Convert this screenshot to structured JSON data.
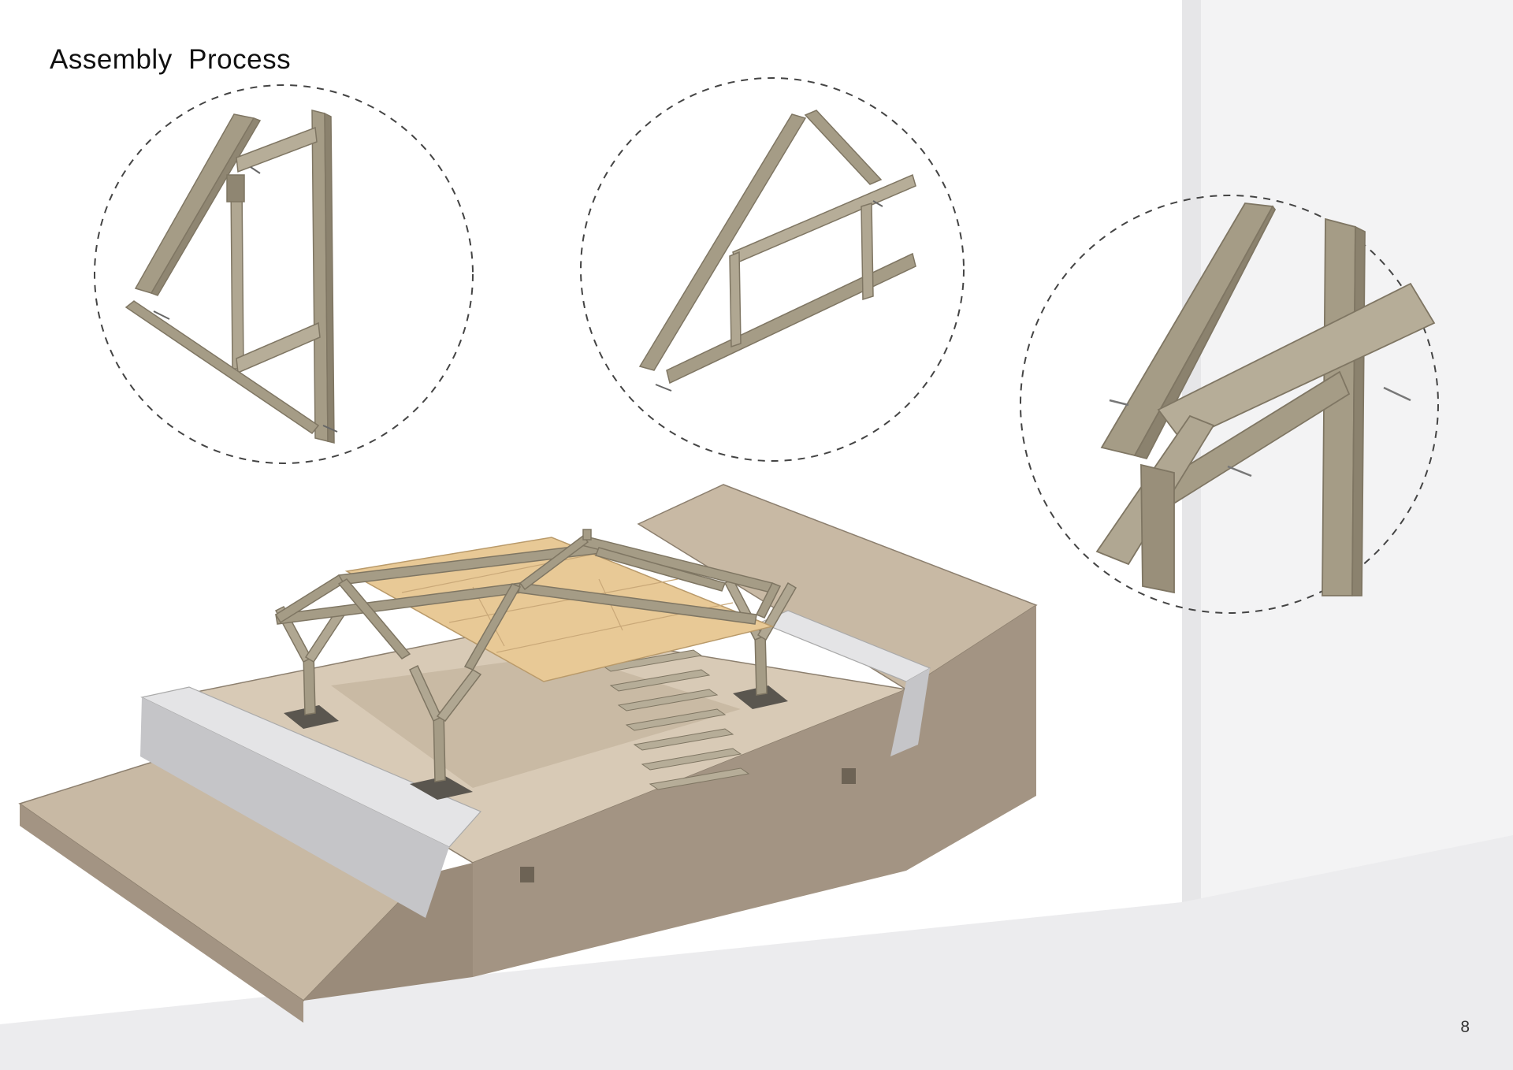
{
  "page": {
    "title": "Assembly  Process",
    "page_number": "8"
  },
  "palette": {
    "timber": "#a59c86",
    "timber_light": "#beb59f",
    "timber_dark": "#7f7663",
    "deck": "#e8c996",
    "deck_line": "#c9a878",
    "ground_top": "#d8cab6",
    "ground_side": "#a39483",
    "ground_front": "#bcae9b",
    "slope": "#c8b9a4",
    "concrete": "#e4e4e6",
    "concrete_shade": "#c5c5c8",
    "wall": "#f1f1f2",
    "floor": "#e9e9eb",
    "dash": "#444444"
  },
  "diagram": {
    "detail_views": [
      {
        "name": "wall-frame-detail"
      },
      {
        "name": "roof-truss-detail"
      },
      {
        "name": "bolted-joint-detail"
      }
    ],
    "main_model": "pavilion-on-site-model"
  }
}
